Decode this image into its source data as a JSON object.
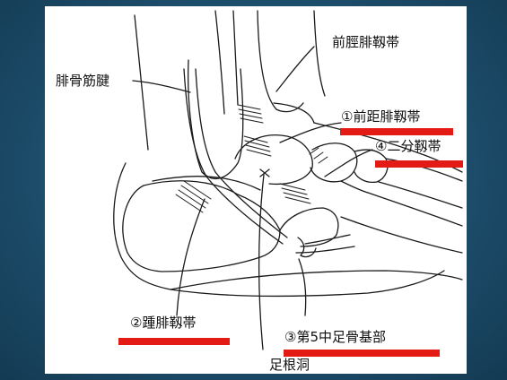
{
  "labels": {
    "peroneus_tendon": "腓骨筋腱",
    "anterior_tibiofibular_ligament": "前脛腓靱帯",
    "atfl": "①前距腓靱帯",
    "bifurcate_ligament": "④二分靱帯",
    "calcaneofibular_ligament": "②踵腓靱帯",
    "fifth_metatarsal_base": "③第5中足骨基部",
    "sinus_tarsi": "足根洞"
  },
  "colors": {
    "highlight_bar": "#e31b14",
    "background": "#1d4f6d",
    "line": "#1a1a1a"
  }
}
